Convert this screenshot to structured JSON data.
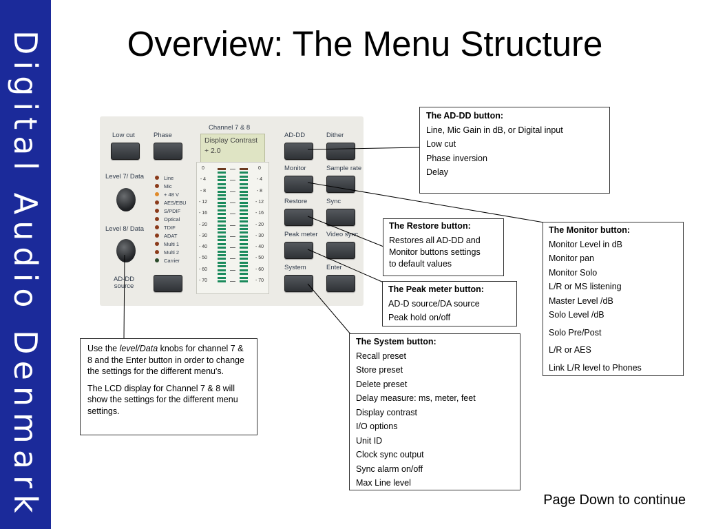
{
  "brand": "Digital Audio Denmark",
  "title": "Overview: The Menu Structure",
  "panel": {
    "buttons": {
      "low_cut": "Low cut",
      "phase": "Phase",
      "ad_dd": "AD-DD",
      "dither": "Dither",
      "monitor": "Monitor",
      "sample_rate": "Sample rate",
      "restore": "Restore",
      "sync": "Sync",
      "peak_meter": "Peak meter",
      "video_sync": "Video sync",
      "system": "System",
      "enter": "Enter",
      "ad_dd_source_line1": "AD-DD",
      "ad_dd_source_line2": "source"
    },
    "knobs": {
      "level7": "Level 7/ Data",
      "level8": "Level 8/ Data"
    },
    "sources": [
      "Line",
      "Mic",
      "+ 48 V",
      "AES/EBU",
      "S/PDIF",
      "Optical",
      "TDIF",
      "ADAT",
      "Multi 1",
      "Multi 2",
      "Carrier"
    ],
    "source_led_colors": [
      "#8a3a1a",
      "#8a3a1a",
      "#e08a2a",
      "#8a3a1a",
      "#8a3a1a",
      "#8a3a1a",
      "#8a3a1a",
      "#8a3a1a",
      "#8a3a1a",
      "#8a3a1a",
      "#2a4a2a"
    ],
    "channel_label": "Channel  7 & 8",
    "lcd": {
      "line1": "Display Contrast",
      "line2": "+ 2.0"
    },
    "meter_scale": [
      "0",
      "- 4",
      "- 8",
      "- 12",
      "- 16",
      "- 20",
      "- 30",
      "- 40",
      "- 50",
      "- 60",
      "- 70"
    ]
  },
  "boxes": {
    "ad_dd": {
      "title": "The AD-DD button:",
      "items": [
        "Line, Mic Gain in dB, or Digital input",
        "Low cut",
        "Phase inversion",
        "Delay"
      ]
    },
    "restore": {
      "title": "The Restore button:",
      "items": [
        "Restores all AD-DD and",
        "Monitor buttons settings",
        "to default values"
      ]
    },
    "peak_meter": {
      "title": "The Peak meter button:",
      "items": [
        "AD-D source/DA source",
        "Peak hold on/off"
      ]
    },
    "monitor": {
      "title": "The Monitor button:",
      "items": [
        "Monitor Level in dB",
        "Monitor pan",
        "Monitor Solo",
        "L/R or MS listening",
        "Master Level /dB",
        "Solo Level /dB",
        "Solo Pre/Post",
        "L/R or AES",
        "Link L/R level to Phones"
      ]
    },
    "system": {
      "title": "The System button:",
      "items": [
        "Recall preset",
        "Store preset",
        "Delete preset",
        "Delay measure: ms, meter, feet",
        "Display contrast",
        "I/O options",
        "Unit ID",
        "Clock sync output",
        "Sync alarm on/off",
        "Max Line level"
      ]
    }
  },
  "note": {
    "p1_pre": "Use the ",
    "p1_em": "level/Data",
    "p1_post": " knobs for channel 7 & 8 and the Enter button in order to change the settings for the different menu's.",
    "p2": "The LCD display for Channel 7 & 8 will show the settings for the different menu settings."
  },
  "footer": "Page Down to continue"
}
